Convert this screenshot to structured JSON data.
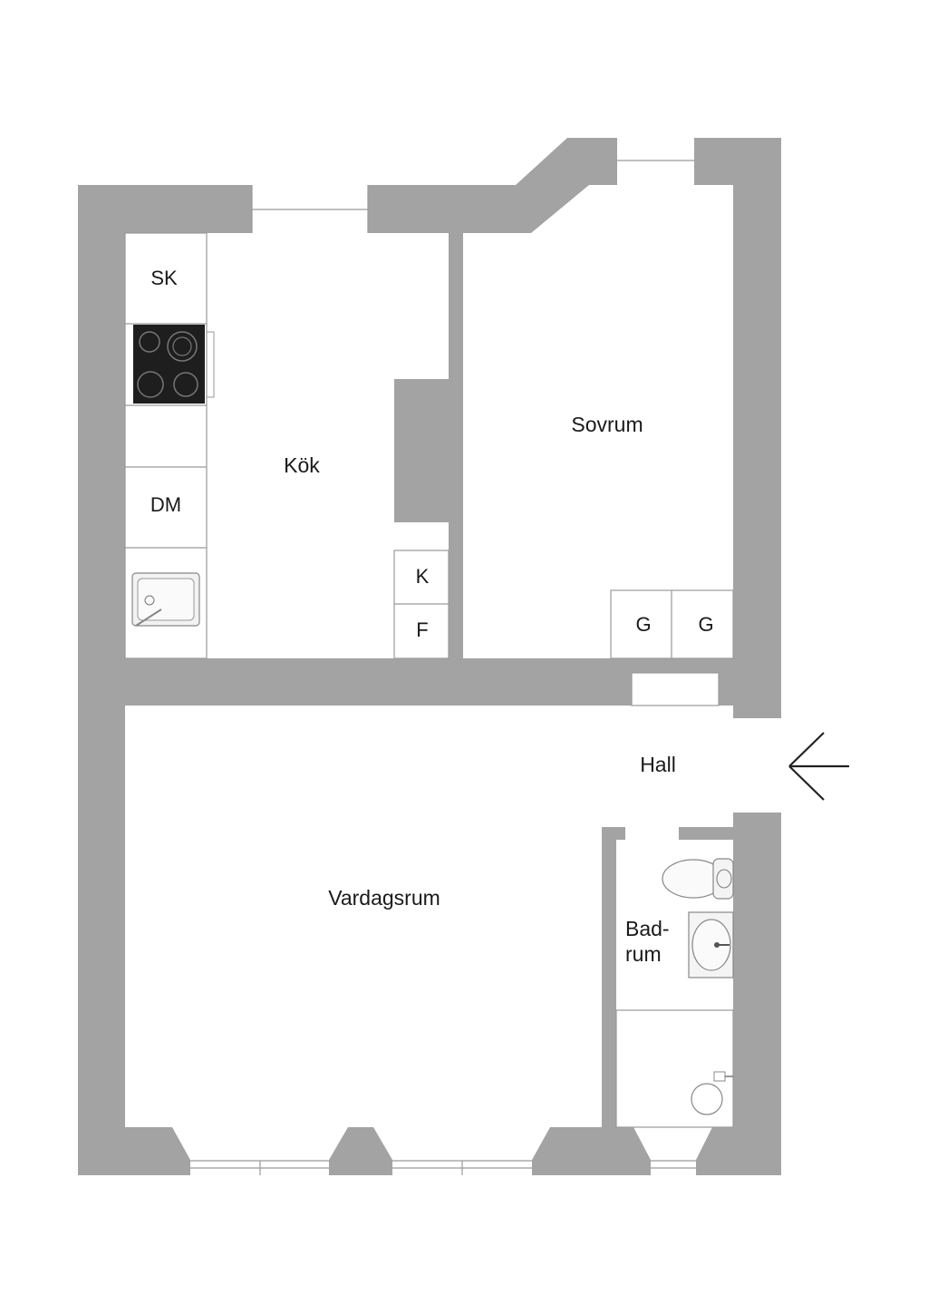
{
  "rooms": {
    "kok": "Kök",
    "sovrum": "Sovrum",
    "hall": "Hall",
    "vardagsrum": "Vardagsrum",
    "badrum_line1": "Bad-",
    "badrum_line2": "rum"
  },
  "fixtures": {
    "sk": "SK",
    "dm": "DM",
    "k": "K",
    "f": "F",
    "g1": "G",
    "g2": "G"
  },
  "colors": {
    "wall": "#a3a3a3",
    "floor": "#ffffff",
    "stove": "#1e1e1e"
  },
  "icons": [
    "entrance-arrow-icon",
    "stove-icon",
    "kitchen-sink-icon",
    "toilet-icon",
    "washbasin-icon",
    "shower-icon"
  ]
}
